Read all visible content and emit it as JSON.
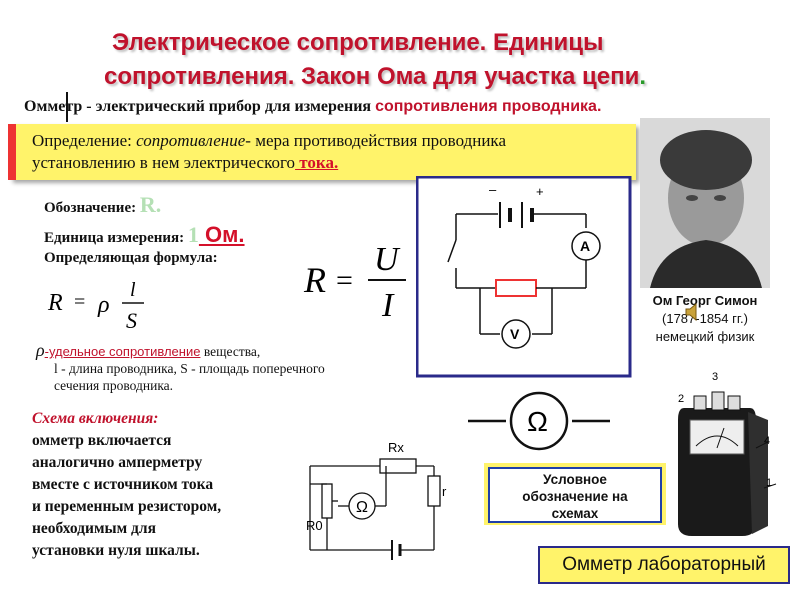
{
  "title": {
    "line1": "Электрическое сопротивление. Единицы",
    "line2": "сопротивления. Закон Ома для участка цепи",
    "dot": "."
  },
  "ohmmeter_def": {
    "term": "Омметр",
    "text": " - электрический прибор для измерения ",
    "link": "сопротивления проводника."
  },
  "definition": {
    "label": "Определение: ",
    "term": "сопротивление",
    "text1": "- мера противодействия проводника",
    "text2": "установлению в нем электрического",
    "tok": " тока."
  },
  "notation": {
    "label": "Обозначение: ",
    "symbol": "R."
  },
  "unit": {
    "label": "Единица измерения: ",
    "number": "1",
    "ohm": " Ом."
  },
  "formula": {
    "label": "Определяющая формула:",
    "resistivity": {
      "R": "R",
      "eq": "=",
      "rho": "ρ",
      "l": "l",
      "S": "S"
    },
    "ohm": {
      "R": "R",
      "eq": "=",
      "U": "U",
      "I": "I"
    }
  },
  "rho_note": {
    "rho": "ρ",
    "ud": "-удельное сопротивление",
    "text1": " вещества,",
    "text2": "l - длина проводника, S - площадь поперечного",
    "text3": "сечения проводника."
  },
  "scheme": {
    "heading": "Схема включения:",
    "lines": [
      "омметр включается",
      "аналогично амперметру",
      "вместе с источником тока",
      "и переменным резистором,",
      "необходимым для",
      "установки нуля шкалы."
    ]
  },
  "circuit_labels": {
    "minus": "–",
    "plus": "+",
    "ammeter": "A",
    "voltmeter": "V"
  },
  "scheme_labels": {
    "rx": "Rx",
    "r0": "R0",
    "r": "r",
    "omega": "Ω"
  },
  "portrait": {
    "name": "Ом Георг Симон",
    "years": "(1787-1854 гг.)",
    "role": "немецкий физик"
  },
  "symbol_omega": "Ω",
  "conditional": {
    "line1": "Условное",
    "line2": "обозначение на",
    "line3": "схемах"
  },
  "device": {
    "caption": "Омметр лабораторный",
    "numbers": [
      "1",
      "2",
      "3",
      "4"
    ]
  },
  "colors": {
    "title": "#c0122c",
    "highlight": "#fff36a",
    "frame": "#2a2a8a"
  }
}
